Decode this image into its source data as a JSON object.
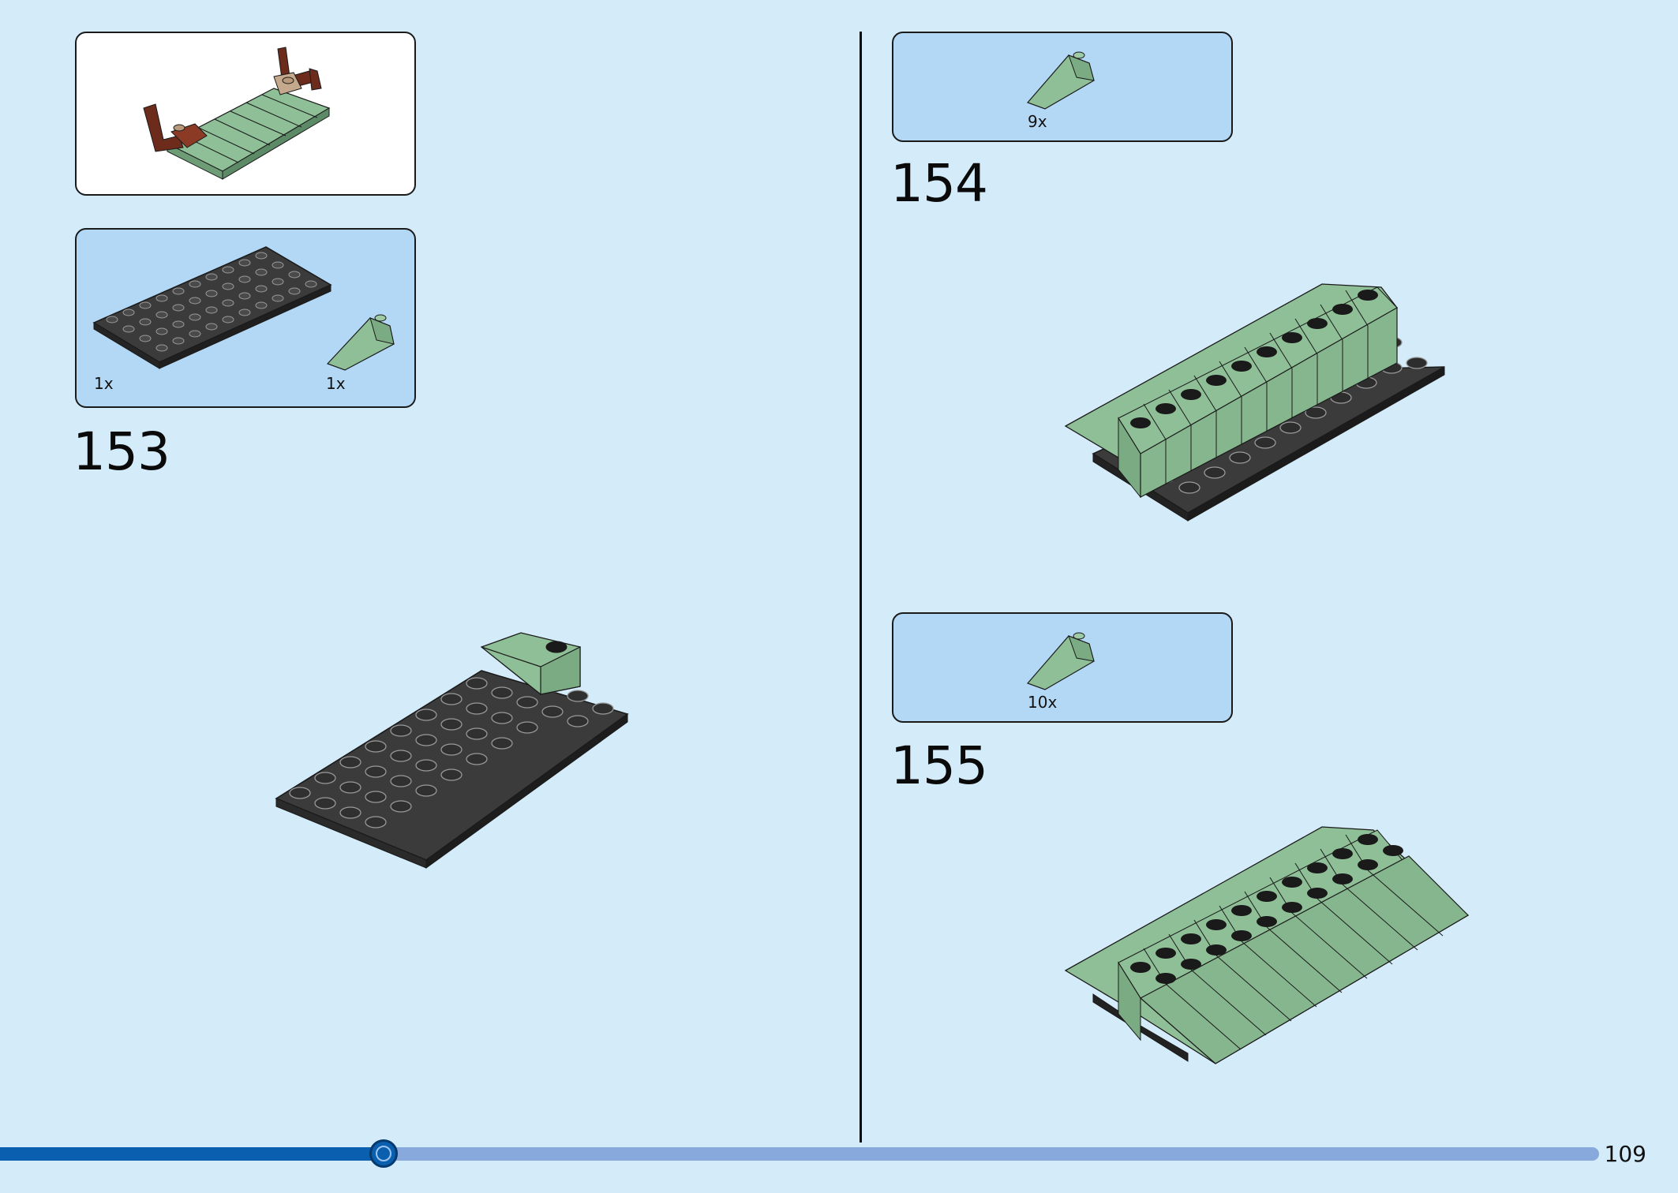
{
  "page": {
    "number": "109",
    "progress_fraction": 0.24,
    "background_color": "#d4ebf9",
    "accent_color": "#0a5fae"
  },
  "left": {
    "subassembly_callout": {
      "description": "sub-build-preview"
    },
    "step": {
      "number": "153",
      "parts": [
        {
          "qty": "1x",
          "part": "plate-4x10-black"
        },
        {
          "qty": "1x",
          "part": "slope-sand-green"
        }
      ]
    }
  },
  "right": {
    "steps": [
      {
        "number": "154",
        "parts": [
          {
            "qty": "9x",
            "part": "slope-sand-green"
          }
        ]
      },
      {
        "number": "155",
        "parts": [
          {
            "qty": "10x",
            "part": "slope-sand-green"
          }
        ]
      }
    ]
  },
  "colors": {
    "sand_green": "#8fbf97",
    "black_plate": "#333333",
    "reddish_brown": "#6d2b1c",
    "tan": "#c5a98c"
  }
}
